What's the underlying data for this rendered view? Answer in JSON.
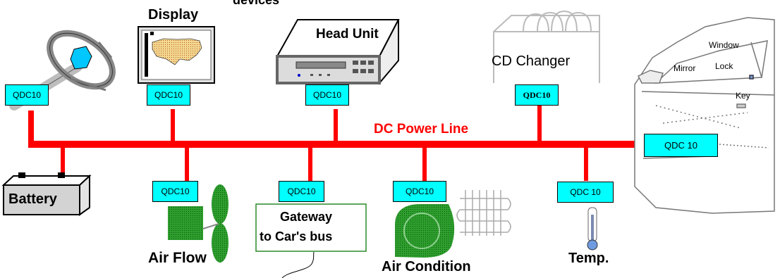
{
  "header_text": "devices",
  "power_line_label": "DC Power Line",
  "device_labels": {
    "display": "Display",
    "head_unit": "Head Unit",
    "cd_changer": "CD Changer",
    "battery": "Battery",
    "air_flow": "Air Flow",
    "gateway": [
      "Gateway",
      "to Car's bus"
    ],
    "air_condition": "Air Condition",
    "temp": "Temp."
  },
  "door_labels": {
    "window": "Window",
    "mirror": "Mirror",
    "lock": "Lock",
    "key": "Key"
  },
  "module_labels": {
    "steering": "QDC10",
    "display": "QDC10",
    "head_unit": "QDC10",
    "cd_changer": "QDC10",
    "door": "QDC 10",
    "air_flow": "QDC10",
    "gateway": "QDC10",
    "air_condition": "QDC10",
    "temp": "QDC 10"
  },
  "colors": {
    "power_line": "#ff0000",
    "module": "#00ffff",
    "component_green": "#33aa33",
    "gateway_border": "#2a8a2a"
  }
}
